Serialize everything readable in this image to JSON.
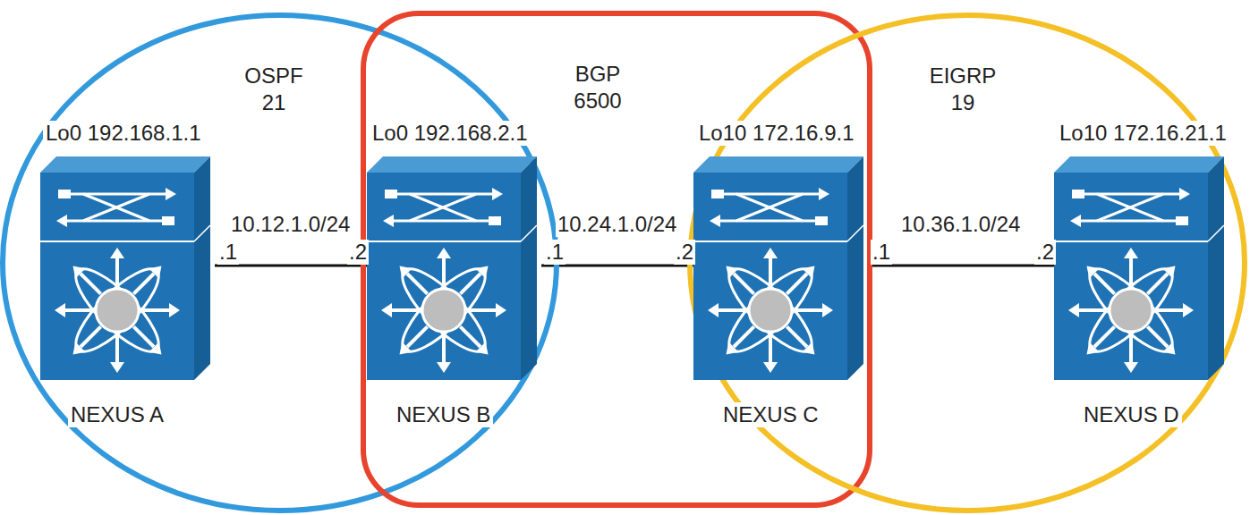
{
  "diagram": {
    "nodes": [
      {
        "text": [
          "OSPF 21"
        ]
      },
      {
        "text": [
          "BGP 6500"
        ]
      },
      {
        "text": [
          "EIGRP 19"
        ]
      },
      {
        "text": [
          "Lo0 192.168.1.1",
          "NEXUS A"
        ],
        "in": 0
      },
      {
        "text": [
          "Lo0 192.168.2.1",
          "NEXUS B"
        ],
        "in": 1
      },
      {
        "text": [
          "Lo10 172.16.9.1",
          "NEXUS C"
        ],
        "in": 1
      },
      {
        "text": [
          "Lo10 172.16.21.1",
          "NEXUS D"
        ],
        "in": 2
      }
    ],
    "edges": [
      {
        "from": 3,
        "to": 4,
        "arrow": "none",
        "label": "10.12.1.0/24"
      },
      {
        "from": 4,
        "to": 5,
        "arrow": "none",
        "label": "10.24.1.0/24"
      },
      {
        "from": 5,
        "to": 6,
        "arrow": "none",
        "label": "10.36.1.0/24"
      }
    ],
    "labels": [
      ".1",
      ".2",
      ".1",
      ".2",
      ".1",
      ".2"
    ]
  }
}
